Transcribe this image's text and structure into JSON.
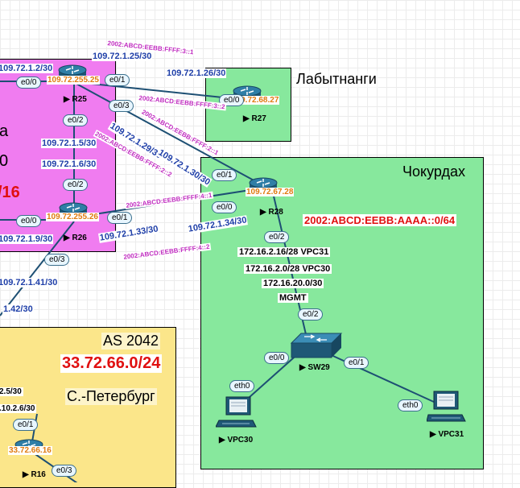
{
  "areas": {
    "as_partial": {
      "frag_red": "/16",
      "frag_black_1": "а",
      "frag_black_2": "0"
    },
    "labytnangi": {
      "title": "Лабытнанги"
    },
    "chokurdakh": {
      "title": "Чокурдах",
      "ipv6_net": "2002:ABCD:EEBB:AAAA::0/64"
    },
    "spb": {
      "as": "AS 2042",
      "net": "33.72.66.0/24",
      "city": "С.-Петербург"
    }
  },
  "nodes": {
    "r25": {
      "name": "R25",
      "addr": "109.72.255.25"
    },
    "r26": {
      "name": "R26",
      "addr": "109.72.255.26"
    },
    "r27": {
      "name": "R27",
      "addr": "109.72.68.27"
    },
    "r28": {
      "name": "R28",
      "addr": "109.72.67.28"
    },
    "r16": {
      "name": "R16",
      "addr": "33.72.66.16"
    },
    "sw29": {
      "name": "SW29"
    },
    "vpc30": {
      "name": "VPC30"
    },
    "vpc31": {
      "name": "VPC31"
    }
  },
  "ports": {
    "r25_e00": "e0/0",
    "r25_e01": "e0/1",
    "r25_e02": "e0/2",
    "r25_e03": "e0/3",
    "r26_e00": "e0/0",
    "r26_e01": "e0/1",
    "r26_e02": "e0/2",
    "r26_e03": "e0/3",
    "r27_e00": "e0/0",
    "r28_e01": "e0/1",
    "r28_e00": "e0/0",
    "r28_e02": "e0/2",
    "sw29_e02": "e0/2",
    "sw29_e00": "e0/0",
    "sw29_e01": "e0/1",
    "vpc30_eth0": "eth0",
    "vpc31_eth0": "eth0",
    "r16_e01": "e0/1",
    "r16_e03": "e0/3"
  },
  "links": {
    "l_r25_left": "109.72.1.2/30",
    "l_r25_r27_a": "109.72.1.25/30",
    "l_r25_r27_b": "109.72.1.26/30",
    "l_r25_r26_a": "109.72.1.5/30",
    "l_r25_r26_b": "109.72.1.6/30",
    "l_r25_r28_a": "109.72.1.29/30",
    "l_r25_r28_b": "109.72.1.30/30",
    "l_r26_left": "109.72.1.9/30",
    "l_r26_r28_a": "109.72.1.33/30",
    "l_r26_r28_b": "109.72.1.34/30",
    "l_r26_down_a": "109.72.1.41/30",
    "l_r26_down_b": "1.42/30",
    "l_spb_1": "2.5/30",
    "l_spb_2": ".10.2.6/30"
  },
  "ipv6_links": {
    "v_r25_r27_a": "2002:ABCD:EEBB:FFFF:3::1",
    "v_r25_r27_b": "2002:ABCD:EEBB:FFFF:3::2",
    "v_r25_r28_a": "2002:ABCD:EEBB:FFFF:2::1",
    "v_r25_r28_b": "2002:ABCD:EEBB:FFFF:2::2",
    "v_r26_r28_a": "2002:ABCD:EEBB:FFFF:4::1",
    "v_r26_r28_b": "2002:ABCD:EEBB:FFFF:4::2"
  },
  "r28_subnets": {
    "line1": "172.16.2.16/28 VPC31",
    "line2": "172.16.2.0/28 VPC30",
    "line3": "172.16.20.0/30",
    "line4": "MGMT"
  },
  "colors": {
    "magenta_area": "#f07cf0",
    "green_area": "#87e89d",
    "yellow_area": "#fbe68a",
    "router_body": "#2f6f8f",
    "link_line": "#1d4f73",
    "label_blue": "#1f3fa8",
    "label_pink": "#c02cc0",
    "addr_orange": "#e07b10",
    "net_red": "#e01010"
  },
  "icons": {
    "router": "router-icon",
    "switch": "switch-icon",
    "pc": "pc-icon",
    "play": "play-marker-icon"
  }
}
